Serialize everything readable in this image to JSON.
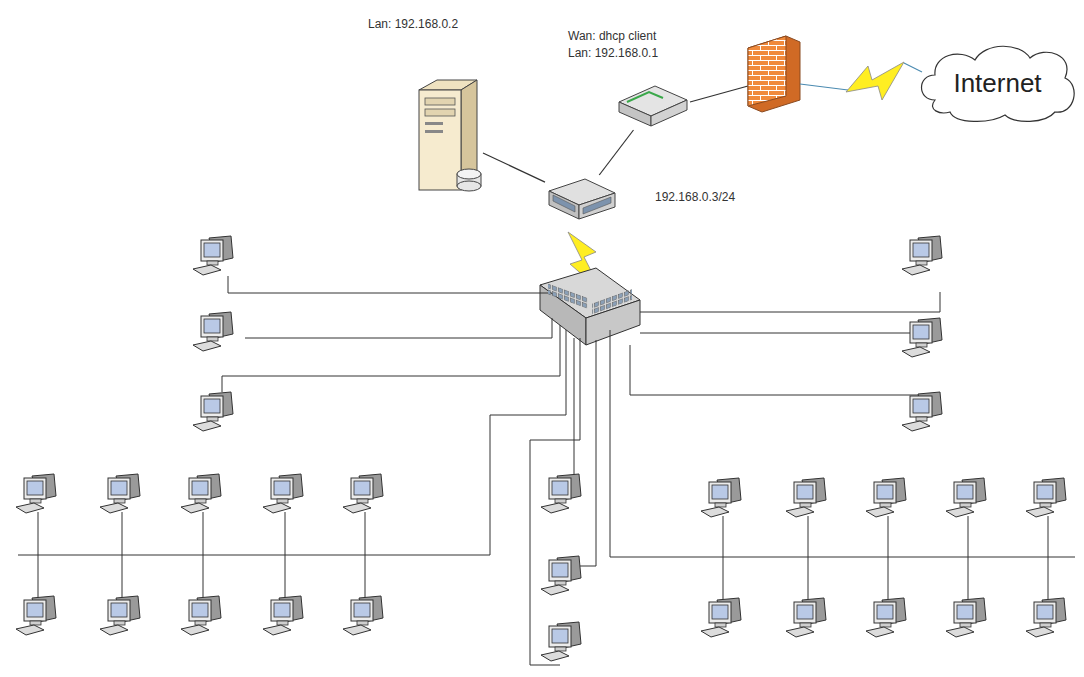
{
  "diagram": {
    "nodes": [
      {
        "text": [
          "Lan: 192.168.0.2"
        ]
      },
      {
        "text": [
          "Wan: dhcp client",
          "Lan: 192.168.0.1"
        ]
      },
      {
        "text": [
          "Internet"
        ]
      },
      {
        "text": [
          "192.168.0.3/24"
        ]
      }
    ],
    "edges": [
      {
        "from": 0,
        "to": 3,
        "arrow": "none"
      },
      {
        "from": 1,
        "to": 3,
        "arrow": "none"
      }
    ]
  }
}
